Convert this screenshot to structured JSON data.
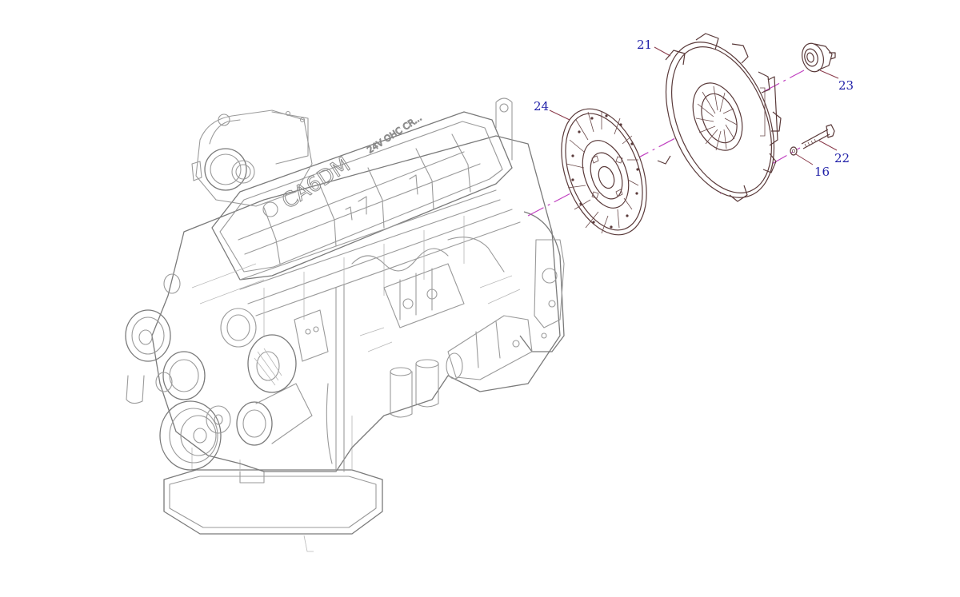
{
  "diagram": {
    "type": "exploded-parts-diagram",
    "subject": "Engine with clutch assembly",
    "engine_markings": {
      "model": "CA6DM",
      "subtitle": "24V OHC CR..."
    },
    "axis_color": "#c040c0",
    "callout_color": "#2020a8",
    "callouts": [
      {
        "id": "21",
        "label": "21",
        "part": "clutch-pressure-plate"
      },
      {
        "id": "23",
        "label": "23",
        "part": "release-bearing"
      },
      {
        "id": "24",
        "label": "24",
        "part": "clutch-disc"
      },
      {
        "id": "22",
        "label": "22",
        "part": "bolt"
      },
      {
        "id": "16",
        "label": "16",
        "part": "washer"
      }
    ]
  }
}
